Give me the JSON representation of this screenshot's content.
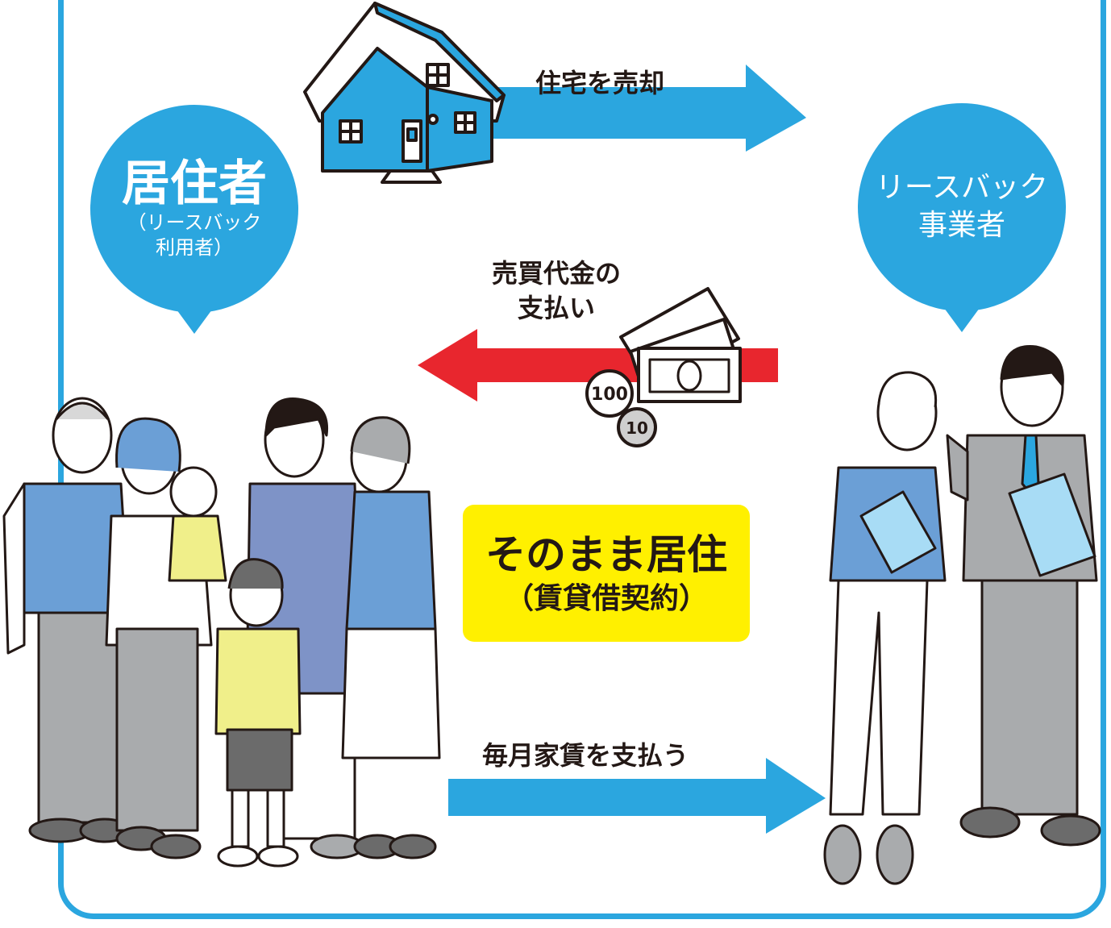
{
  "resident": {
    "title": "居住者",
    "subtitle_line1": "（リースバック",
    "subtitle_line2": "利用者）"
  },
  "operator": {
    "line1": "リースバック",
    "line2": "事業者"
  },
  "flows": {
    "sell_house": "住宅を売却",
    "payment_line1": "売買代金の",
    "payment_line2": "支払い",
    "monthly_rent": "毎月家賃を支払う"
  },
  "highlight": {
    "main": "そのまま居住",
    "sub": "（賃貸借契約）"
  },
  "coins": {
    "coin_large": "100",
    "coin_small": "10"
  },
  "colors": {
    "blue": "#2ba6df",
    "red": "#e8262e",
    "yellow": "#fff000"
  }
}
